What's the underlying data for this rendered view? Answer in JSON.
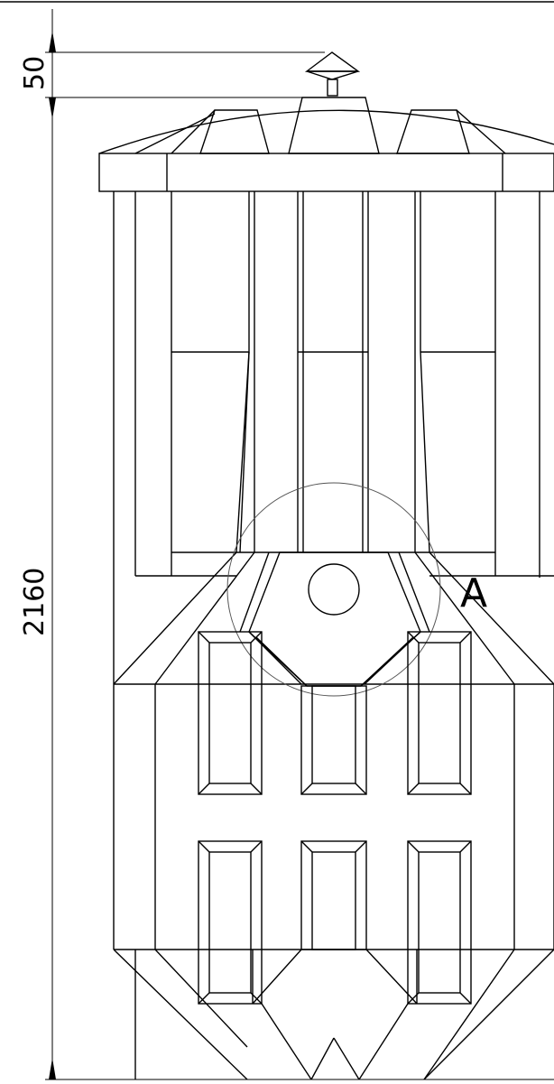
{
  "dimensions": {
    "top_cap": "50",
    "overall_height": "2160"
  },
  "detail": {
    "label": "A"
  }
}
